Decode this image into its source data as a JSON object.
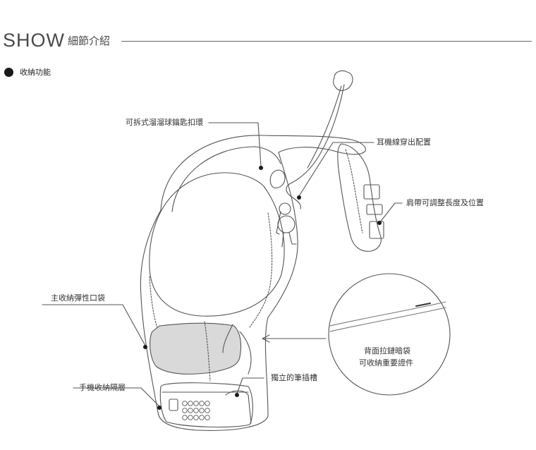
{
  "header": {
    "title": "SHOW",
    "subtitle": "細節介紹"
  },
  "section": {
    "label": "收納功能"
  },
  "callouts": {
    "keyring": "可拆式溜溜球鑰匙扣環",
    "earphone": "耳機線穿出配置",
    "strap": "肩帶可調整長度及位置",
    "main_pocket": "主收納彈性口袋",
    "pen_slot": "獨立的筆插槽",
    "phone_pocket": "手機收納隔層",
    "back_zip_line1": "背面拉鏈暗袋",
    "back_zip_line2": "可收納重要證件"
  },
  "colors": {
    "line": "#555555",
    "pocket_fill": "#d9d9d9",
    "dot": "#1a1a1a"
  }
}
